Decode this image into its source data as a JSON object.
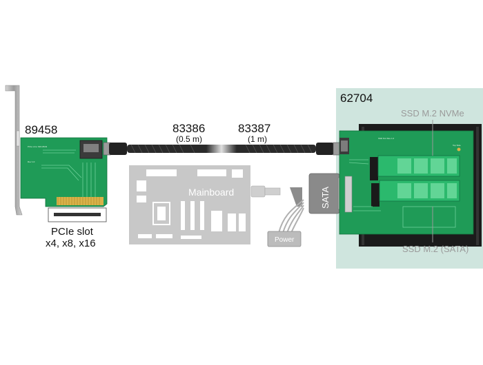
{
  "labels": {
    "pcie_card": "89458",
    "cable_short": "83386",
    "cable_short_len": "(0.5 m)",
    "cable_long": "83387",
    "cable_long_len": "(1 m)",
    "enclosure": "62704",
    "pcie_slot_line1": "PCIe slot",
    "pcie_slot_line2": "x4, x8, x16",
    "mainboard": "Mainboard",
    "sata": "SATA",
    "power": "Power",
    "ssd_nvme": "SSD M.2 NVMe",
    "ssd_sata": "SSD M.2 (SATA)",
    "pcb_top_side": "Top Side"
  },
  "colors": {
    "pcb_green": "#1f9b57",
    "enclosure_bg": "#cfe5de",
    "mainboard_gray": "#c8c8c8",
    "label_gray": "#9a9a9a",
    "bracket_silver": "#b9b9b9"
  }
}
